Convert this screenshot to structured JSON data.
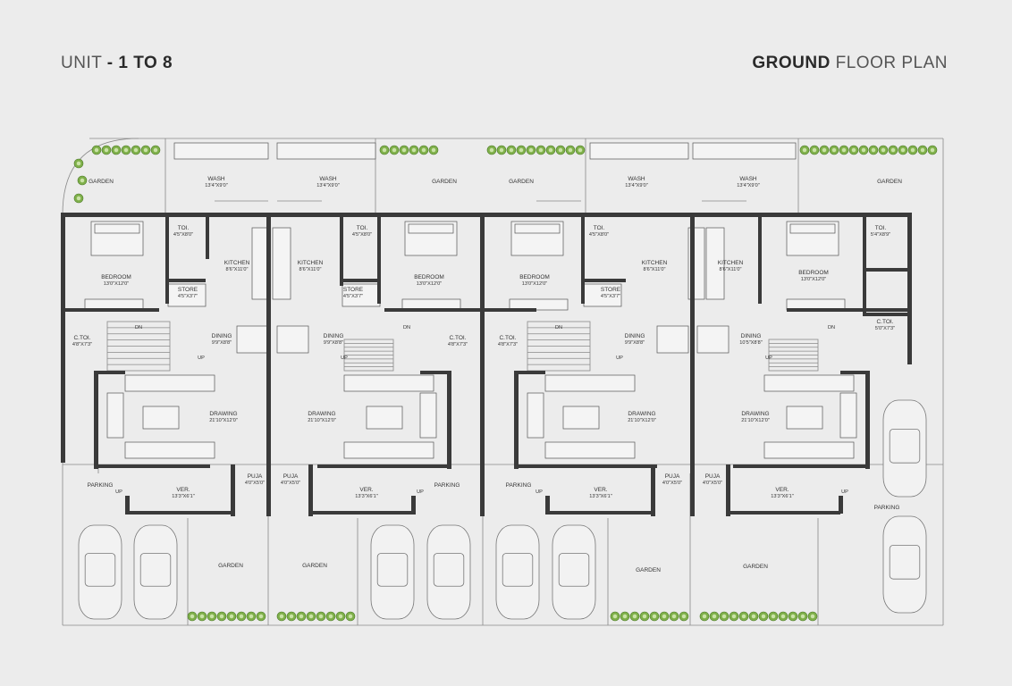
{
  "header": {
    "unit_prefix": "UNIT",
    "unit_range": "- 1 TO 8",
    "floor_bold": "GROUND",
    "floor_rest": "FLOOR PLAN"
  },
  "colors": {
    "background": "#ececec",
    "wall": "#3a3a3a",
    "thin_line": "#8a8a8a",
    "plant_green": "#7fb04a"
  },
  "rooms": {
    "garden": "GARDEN",
    "wash": "WASH",
    "wash_dim": "13'4\"X9'0\"",
    "toi": "TOI.",
    "toi_dim": "4'5\"X8'0\"",
    "toi_dim_end": "5'4\"X8'9\"",
    "bedroom": "BEDROOM",
    "bedroom_dim": "13'0\"X12'0\"",
    "kitchen": "KITCHEN",
    "kitchen_dim": "8'6\"X11'0\"",
    "store": "STORE",
    "store_dim": "4'5\"X3'7\"",
    "ctoi": "C.TOI.",
    "ctoi_dim": "4'8\"X7'3\"",
    "ctoi_dim_end": "5'0\"X7'3\"",
    "dining": "DINING",
    "dining_dim": "9'9\"X8'8\"",
    "dining_dim_end": "10'5\"X8'8\"",
    "drawing": "DRAWING",
    "drawing_dim": "21'10\"X12'0\"",
    "puja": "PUJA",
    "puja_dim": "4'0\"X5'0\"",
    "ver": "VER.",
    "ver_dim": "13'3\"X6'1\"",
    "parking": "PARKING",
    "up": "UP",
    "dn": "DN"
  }
}
